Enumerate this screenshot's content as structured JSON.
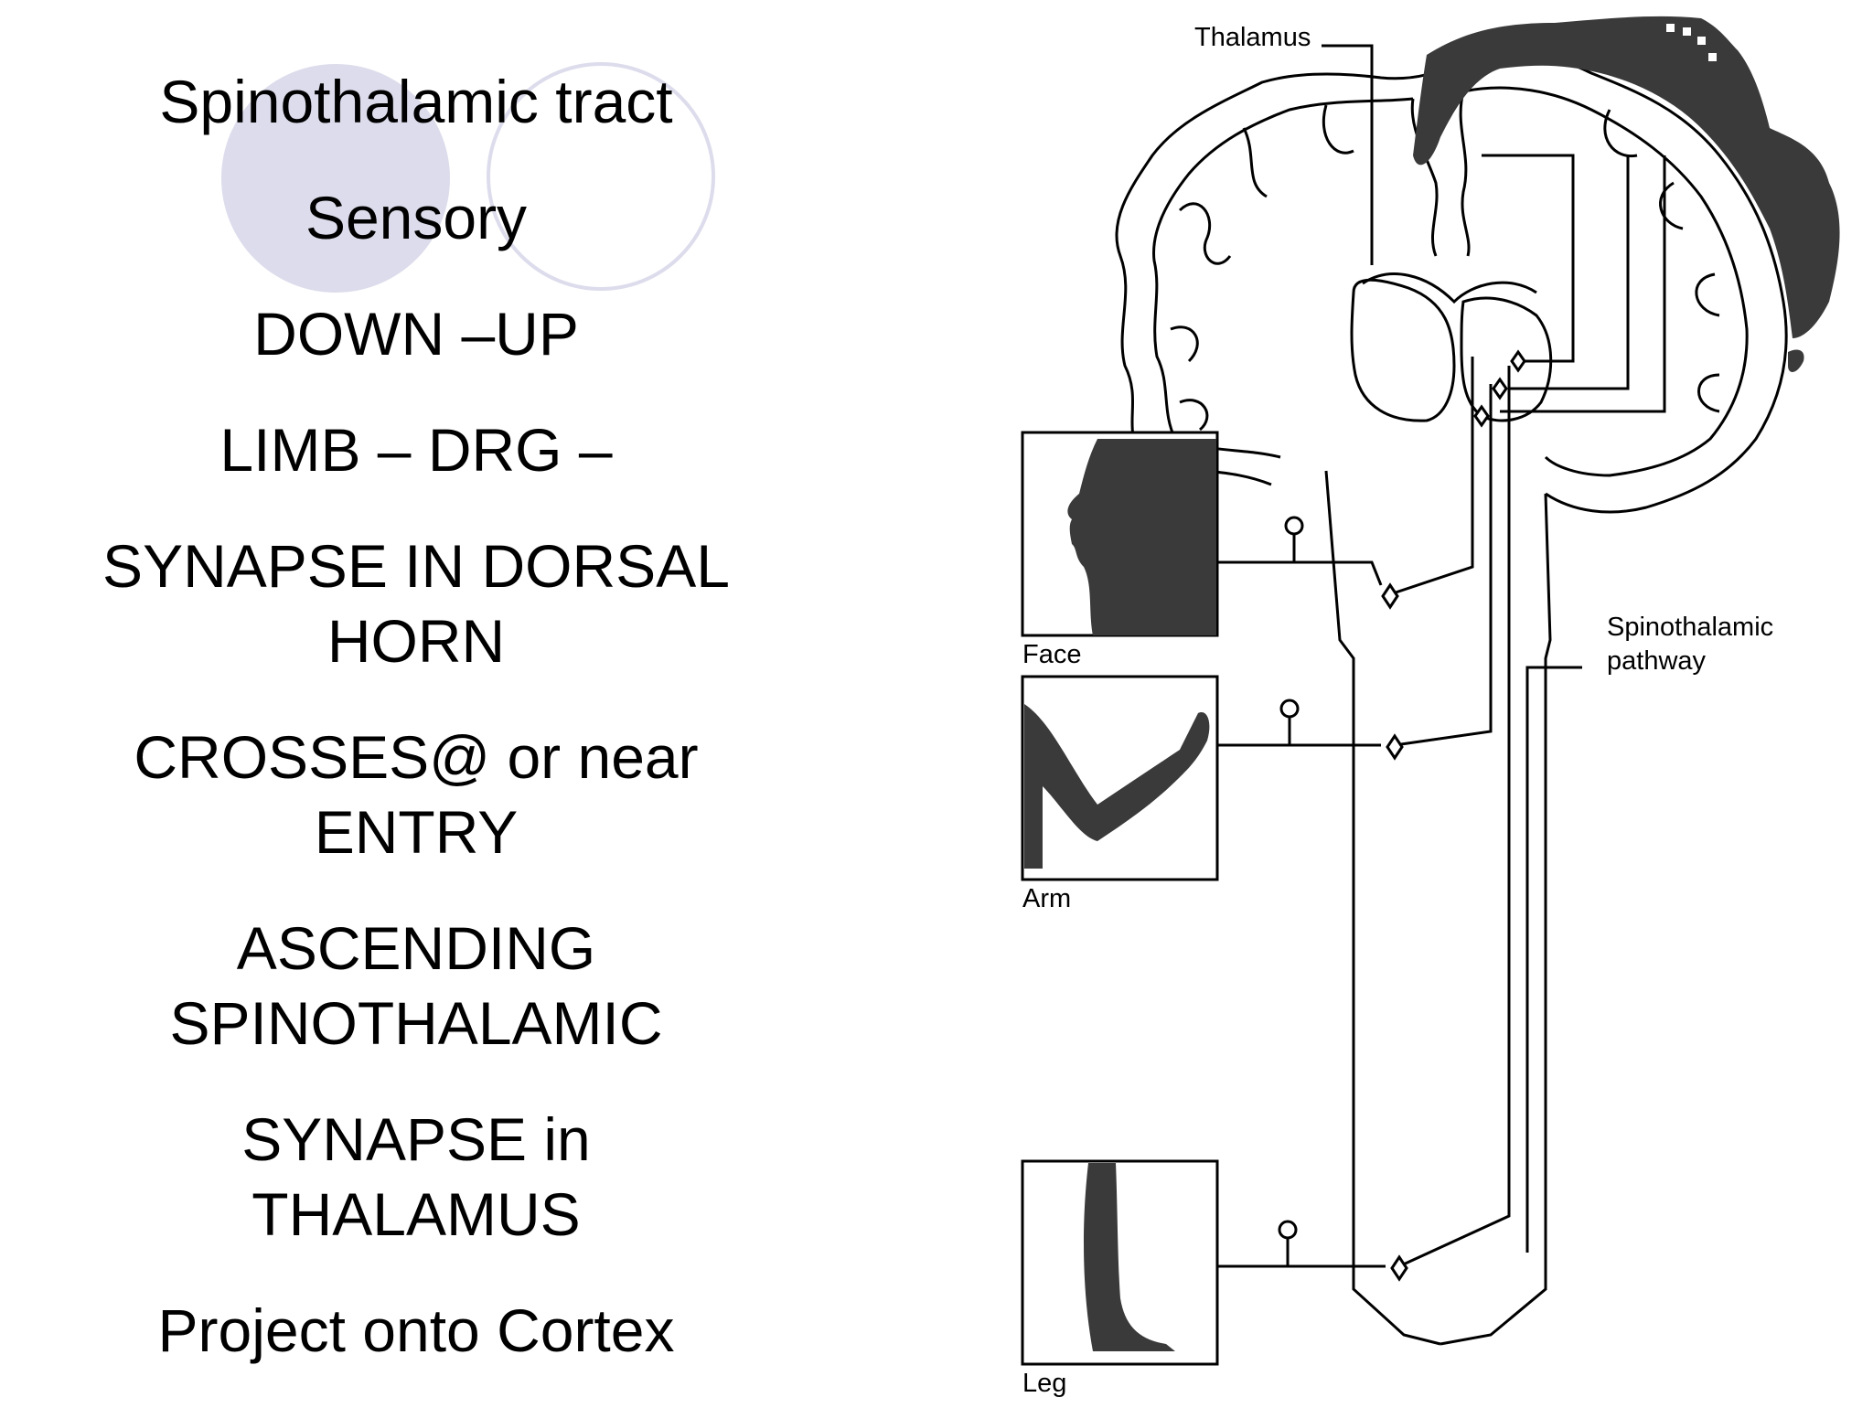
{
  "slide": {
    "bullets": [
      "Spinothalamic tract",
      "Sensory",
      "DOWN –UP",
      "LIMB – DRG –",
      "SYNAPSE IN DORSAL HORN",
      "CROSSES@ or near ENTRY",
      "ASCENDING SPINOTHALAMIC",
      "SYNAPSE in THALAMUS",
      "Project onto Cortex"
    ]
  },
  "diagram": {
    "labels": {
      "thalamus": "Thalamus",
      "pathway_line1": "Spinothalamic",
      "pathway_line2": "pathway",
      "face": "Face",
      "arm": "Arm",
      "leg": "Leg"
    }
  },
  "colors": {
    "decorative_circle": "#dcdcec",
    "image_fill": "#3a3a3a"
  }
}
